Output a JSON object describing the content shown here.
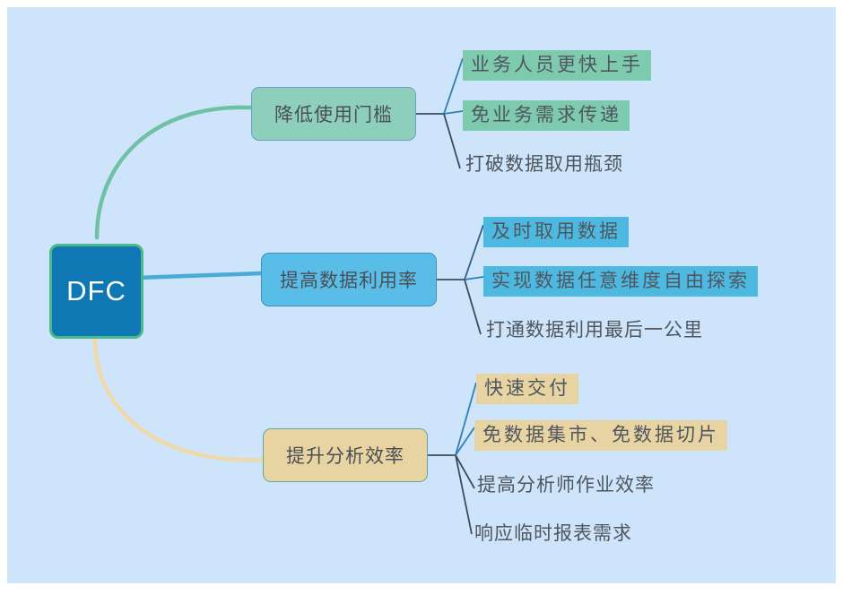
{
  "canvas": {
    "background": "#cde4fa",
    "page_background": "#ffffff"
  },
  "root": {
    "label": "DFC",
    "fill": "#0f78b4",
    "border": "#4cb98a",
    "text_color": "#ffffff"
  },
  "branches": [
    {
      "label": "降低使用门槛",
      "fill": "#8ecfbb",
      "border": "#6e9fc2",
      "connector_color": "#6fc1a4",
      "leaves": [
        {
          "label": "业务人员更快上手",
          "highlight": "#7ecaae",
          "style": "serif"
        },
        {
          "label": "免业务需求传递",
          "highlight": "#7ecaae",
          "style": "serif"
        },
        {
          "label": "打破数据取用瓶颈",
          "highlight": null,
          "style": "sans"
        }
      ]
    },
    {
      "label": "提高数据利用率",
      "fill": "#59bde8",
      "border": "#3f8fc0",
      "connector_color": "#4aabd8",
      "leaves": [
        {
          "label": "及时取用数据",
          "highlight": "#4db8e0",
          "style": "serif"
        },
        {
          "label": "实现数据任意维度自由探索",
          "highlight": "#4db8e0",
          "style": "serif"
        },
        {
          "label": "打通数据利用最后一公里",
          "highlight": null,
          "style": "sans"
        }
      ]
    },
    {
      "label": "提升分析效率",
      "fill": "#e8d3a3",
      "border": "#62a8a0",
      "connector_color": "#f0d9a8",
      "leaves": [
        {
          "label": "快速交付",
          "highlight": "#e8d3a3",
          "style": "serif"
        },
        {
          "label": "免数据集市、免数据切片",
          "highlight": "#e8d3a3",
          "style": "serif"
        },
        {
          "label": "提高分析师作业效率",
          "highlight": null,
          "style": "sans"
        },
        {
          "label": "响应临时报表需求",
          "highlight": null,
          "style": "sans"
        }
      ]
    }
  ],
  "edges": {
    "fork_color_dark": "#3c4a5c",
    "fork_color_accent": "#2f7fb5"
  }
}
